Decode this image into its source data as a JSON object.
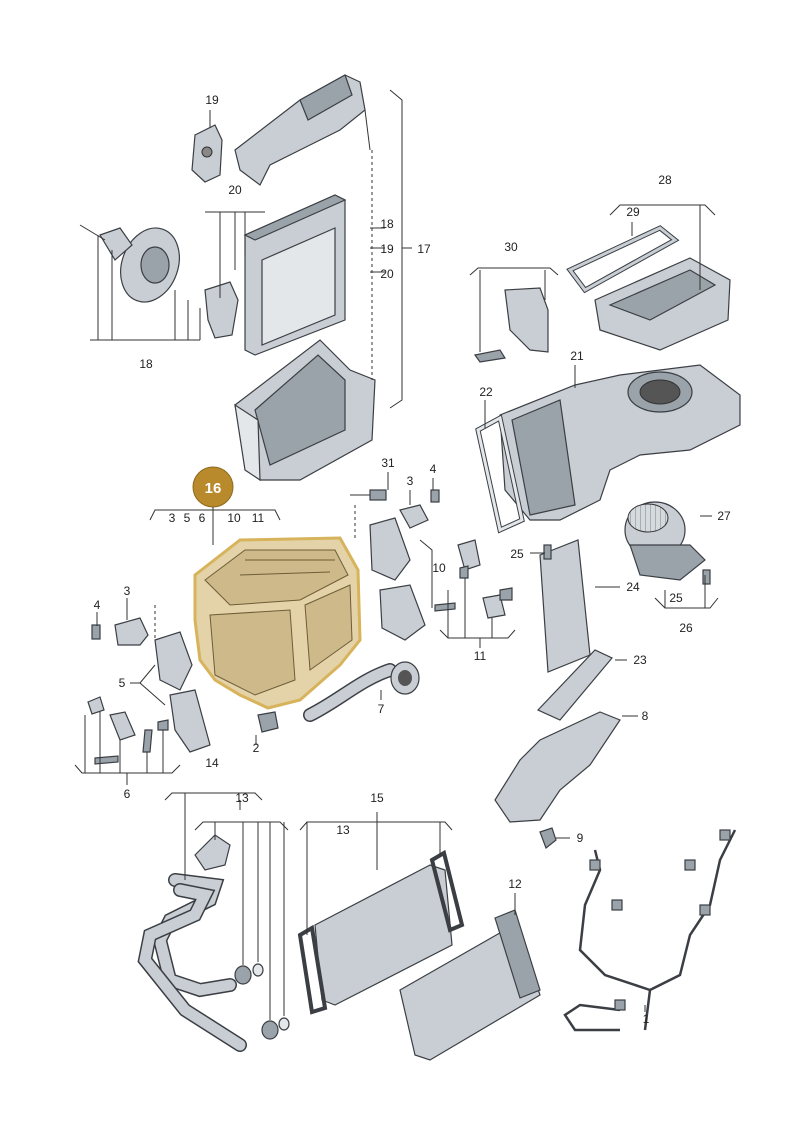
{
  "diagram": {
    "highlight_badge": {
      "label": "16",
      "color": "#b98a2b"
    },
    "highlight_color": "#d7b35b",
    "callouts": {
      "c1": "1",
      "c2": "2",
      "c3a": "3",
      "c3b": "3",
      "c3c": "3",
      "c4a": "4",
      "c4b": "4",
      "c5a": "5",
      "c5b": "5",
      "c6a": "6",
      "c6b": "6",
      "c7": "7",
      "c8": "8",
      "c9": "9",
      "c10a": "10",
      "c10b": "10",
      "c11a": "11",
      "c11b": "11",
      "c12": "12",
      "c13a": "13",
      "c13b": "13",
      "c14": "14",
      "c15": "15",
      "c17": "17",
      "c18a": "18",
      "c18b": "18",
      "c19a": "19",
      "c19b": "19",
      "c20a": "20",
      "c20b": "20",
      "c21": "21",
      "c22": "22",
      "c23": "23",
      "c24": "24",
      "c25a": "25",
      "c25b": "25",
      "c26": "26",
      "c27": "27",
      "c28": "28",
      "c29": "29",
      "c30": "30",
      "c31": "31"
    }
  }
}
